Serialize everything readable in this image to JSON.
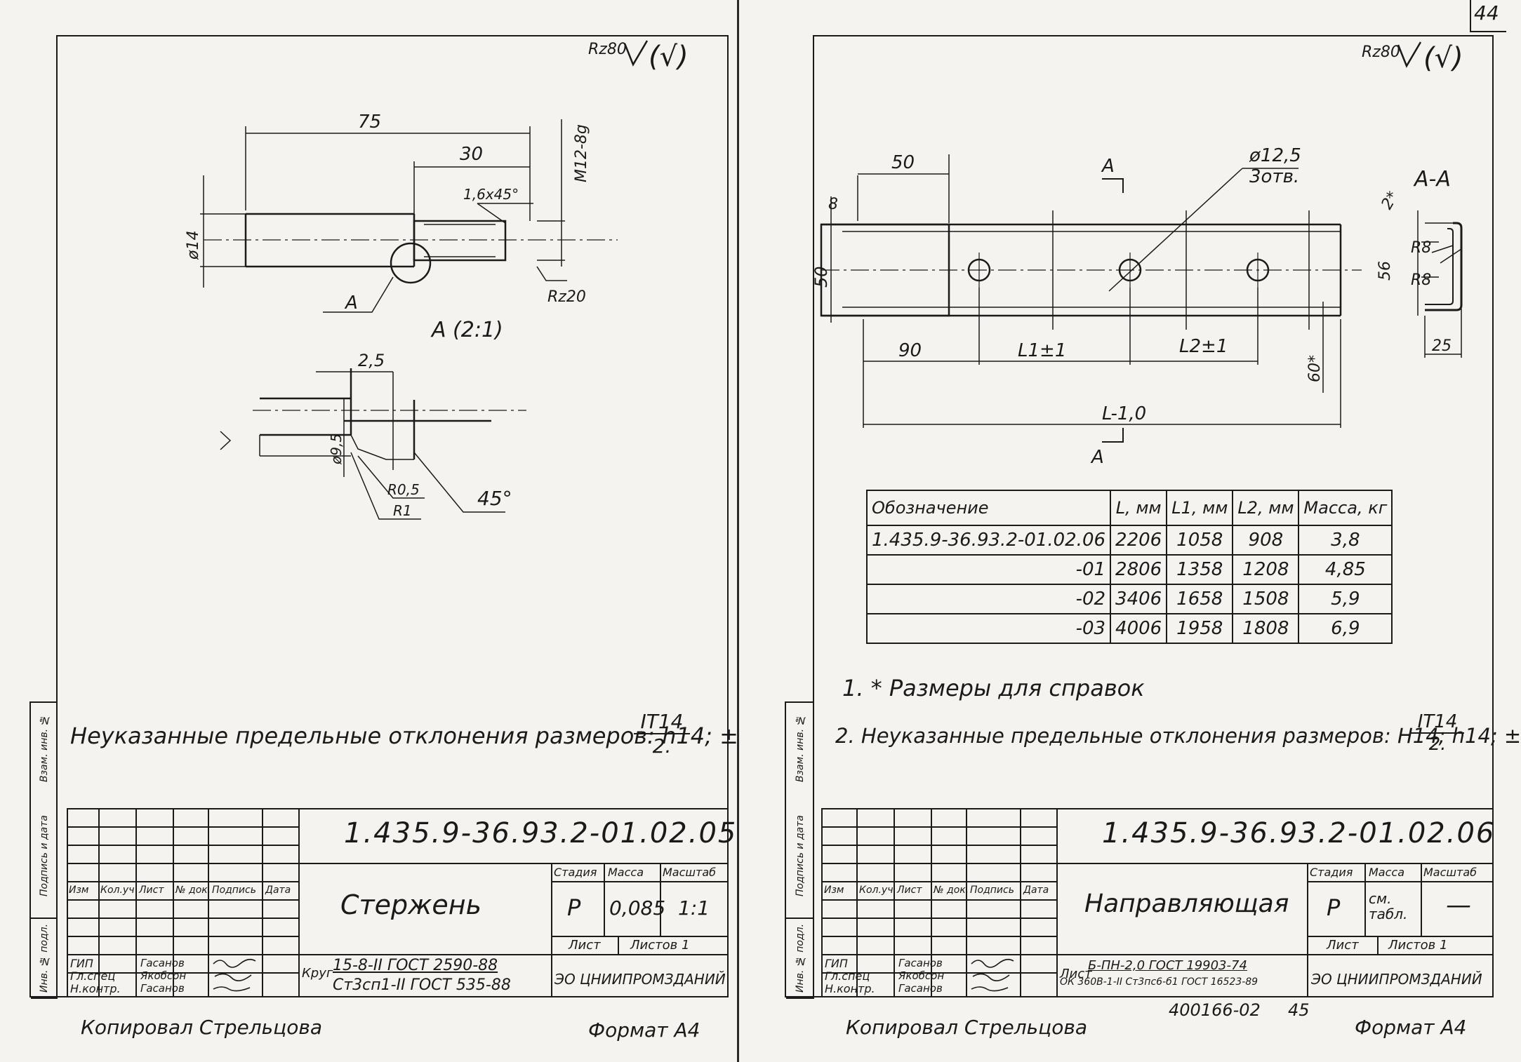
{
  "page_number": "44",
  "left": {
    "roughness_general": "Rz80",
    "roughness_check": "(√)",
    "drawing": {
      "dim_75": "75",
      "dim_30": "30",
      "chamfer": "1,6х45°",
      "thread": "М12-8g",
      "dia": "ø14",
      "roughness_rz20": "Rz20",
      "view_a_label": "А",
      "view_a_title": "А (2:1)",
      "dim_25": "2,5",
      "dia_95": "ø9,5",
      "r05": "R0,5",
      "r1": "R1",
      "angle45": "45°"
    },
    "note": "Неуказанные предельные отклонения размеров: h14; ±",
    "note_frac_num": "IT14",
    "note_frac_den": "2.",
    "title_block": {
      "doc_number": "1.435.9-36.93.2-01.02.05",
      "part_name": "Стержень",
      "stage_label": "Стадия",
      "mass_label": "Масса",
      "scale_label": "Масштаб",
      "stage": "Р",
      "mass": "0,085",
      "scale": "1:1",
      "sheet_label": "Лист",
      "sheets_label": "Листов 1",
      "material_prefix": "Круг",
      "material_line1": "15-8-II ГОСТ 2590-88",
      "material_line2": "Ст3сп1-II ГОСТ 535-88",
      "organization": "ЭО ЦНИИПРОМЗДАНИЙ",
      "col_headers": [
        "Изм",
        "Кол.уч",
        "Лист",
        "№ док.",
        "Подпись",
        "Дата"
      ],
      "roles": [
        "ГИП",
        "Гл.спец",
        "Н.контр."
      ],
      "names": [
        "Гасанов",
        "Якобсон",
        "Гасанов"
      ]
    },
    "copied_by": "Копировал Стрельцова",
    "format": "Формат А4",
    "binder_labels": [
      "Инв. № подл.",
      "Подпись и дата",
      "Взам. инв. №"
    ]
  },
  "right": {
    "roughness_general": "Rz80",
    "roughness_check": "(√)",
    "drawing": {
      "dim_50": "50",
      "holes": "ø12,5",
      "holes_count": "3отв.",
      "section_a": "А",
      "section_title": "А-А",
      "dim_8": "8",
      "dim_50v": "50",
      "dim_90": "90",
      "l1": "L1±1",
      "l2": "L2±1",
      "l_total": "L-1,0",
      "dim_60": "60*",
      "dim_56": "56",
      "r8a": "R8",
      "r8b": "R8",
      "dim_25": "25",
      "dim_2": "2*"
    },
    "table": {
      "headers": [
        "Обозначение",
        "L, мм",
        "L1, мм",
        "L2, мм",
        "Масса, кг"
      ],
      "rows": [
        [
          "1.435.9-36.93.2-01.02.06",
          "2206",
          "1058",
          "908",
          "3,8"
        ],
        [
          "-01",
          "2806",
          "1358",
          "1208",
          "4,85"
        ],
        [
          "-02",
          "3406",
          "1658",
          "1508",
          "5,9"
        ],
        [
          "-03",
          "4006",
          "1958",
          "1808",
          "6,9"
        ]
      ]
    },
    "note1": "1. * Размеры для справок",
    "note2": "2. Неуказанные предельные отклонения размеров: Н14; h14; ±",
    "note2_frac_num": "IT14",
    "note2_frac_den": "2.",
    "title_block": {
      "doc_number": "1.435.9-36.93.2-01.02.06",
      "part_name": "Направляющая",
      "stage_label": "Стадия",
      "mass_label": "Масса",
      "scale_label": "Масштаб",
      "stage": "Р",
      "mass": "см. табл.",
      "scale": "—",
      "sheet_label": "Лист",
      "sheets_label": "Листов 1",
      "material_prefix": "Лист",
      "material_line1": "Б-ПН-2,0 ГОСТ 19903-74",
      "material_line2": "ОК 360В-1-II Ст3пс6-б1 ГОСТ 16523-89",
      "organization": "ЭО ЦНИИПРОМЗДАНИЙ",
      "col_headers": [
        "Изм",
        "Кол.уч",
        "Лист",
        "№ док.",
        "Подпись",
        "Дата"
      ],
      "roles": [
        "ГИП",
        "Гл.спец",
        "Н.контр."
      ],
      "names": [
        "Гасанов",
        "Якобсон",
        "Гасанов"
      ]
    },
    "copied_by": "Копировал Стрельцова",
    "stamp_code": "400166-02",
    "stamp_page": "45",
    "format": "Формат А4",
    "binder_labels": [
      "Инв. № подл.",
      "Подпись и дата",
      "Взам. инв. №"
    ]
  }
}
